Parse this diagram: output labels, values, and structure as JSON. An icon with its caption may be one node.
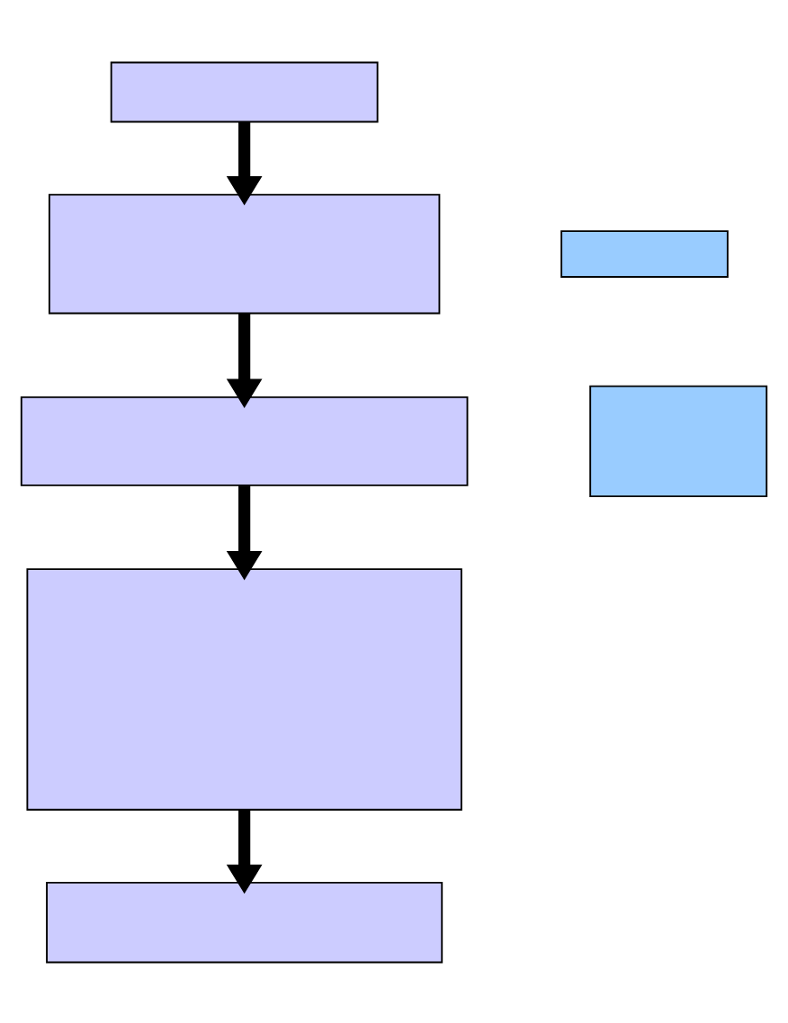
{
  "diagram": {
    "nodes": [
      {
        "text": [],
        "shape": "box"
      },
      {
        "text": [],
        "shape": "box"
      },
      {
        "text": [],
        "shape": "box"
      },
      {
        "text": [],
        "shape": "box"
      },
      {
        "text": [],
        "shape": "box"
      },
      {
        "text": [],
        "shape": "box"
      },
      {
        "text": [],
        "shape": "box"
      }
    ],
    "edges": [
      {
        "from": 0,
        "to": 1,
        "arrow": "to"
      },
      {
        "from": 1,
        "to": 2,
        "arrow": "to"
      },
      {
        "from": 2,
        "to": 3,
        "arrow": "to"
      },
      {
        "from": 3,
        "to": 4,
        "arrow": "to"
      }
    ]
  }
}
